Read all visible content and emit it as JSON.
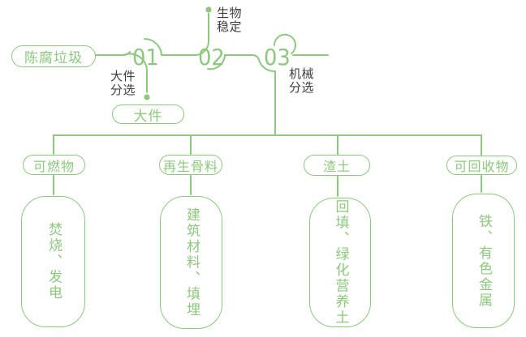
{
  "colors": {
    "accent_green": "#8cc87d",
    "label_text": "#3e3e3e",
    "background": "#ffffff"
  },
  "source": {
    "label": "陈腐垃圾"
  },
  "steps": [
    {
      "number": "01",
      "process": "大件\n分选",
      "output": "大件"
    },
    {
      "number": "02",
      "process": "生物\n稳定"
    },
    {
      "number": "03",
      "process": "机械\n分选"
    }
  ],
  "outputs": [
    {
      "category": "可燃物",
      "use": "焚烧、发电"
    },
    {
      "category": "再生骨料",
      "use": "建筑材料、填埋"
    },
    {
      "category": "渣土",
      "use": "回填、绿化营养土"
    },
    {
      "category": "可回收物",
      "use": "铁、有色金属"
    }
  ]
}
